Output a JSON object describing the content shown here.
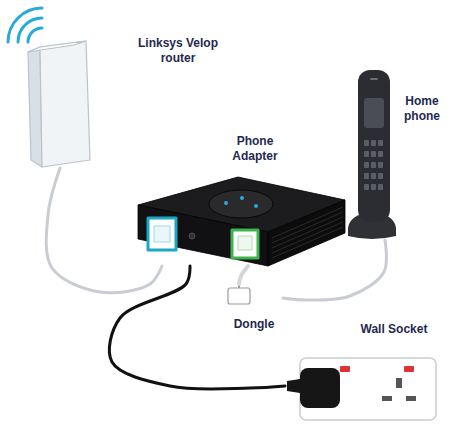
{
  "diagram": {
    "nodes": [
      {
        "text": [
          "Linksys Velop router"
        ]
      },
      {
        "text": [
          "Home phone"
        ]
      },
      {
        "text": [
          "Phone Adapter"
        ]
      },
      {
        "text": [
          "Dongle"
        ]
      },
      {
        "text": [
          "Wall Socket"
        ]
      }
    ],
    "edges": [
      {
        "from": 0,
        "to": 2,
        "arrow": "none"
      },
      {
        "from": 1,
        "to": 3,
        "arrow": "none"
      },
      {
        "from": 3,
        "to": 2,
        "arrow": "none"
      },
      {
        "from": 2,
        "to": 4,
        "arrow": "none"
      }
    ]
  }
}
